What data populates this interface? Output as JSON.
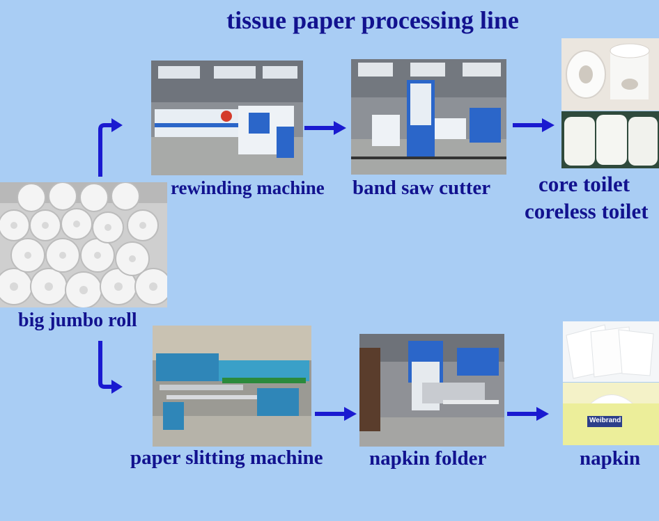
{
  "title": "tissue paper processing line",
  "colors": {
    "background": "#a9cdf4",
    "text": "#12128f",
    "arrow": "#1a1ad0"
  },
  "nodes": {
    "jumbo_roll": "big jumbo roll",
    "rewinding": "rewinding machine",
    "band_saw": "band saw cutter",
    "core_toilet": "core toilet",
    "coreless_toilet": "coreless toilet",
    "slitting": "paper slitting machine",
    "napkin_folder": "napkin folder",
    "napkin": "napkin"
  },
  "product_brand": "Weibrand"
}
